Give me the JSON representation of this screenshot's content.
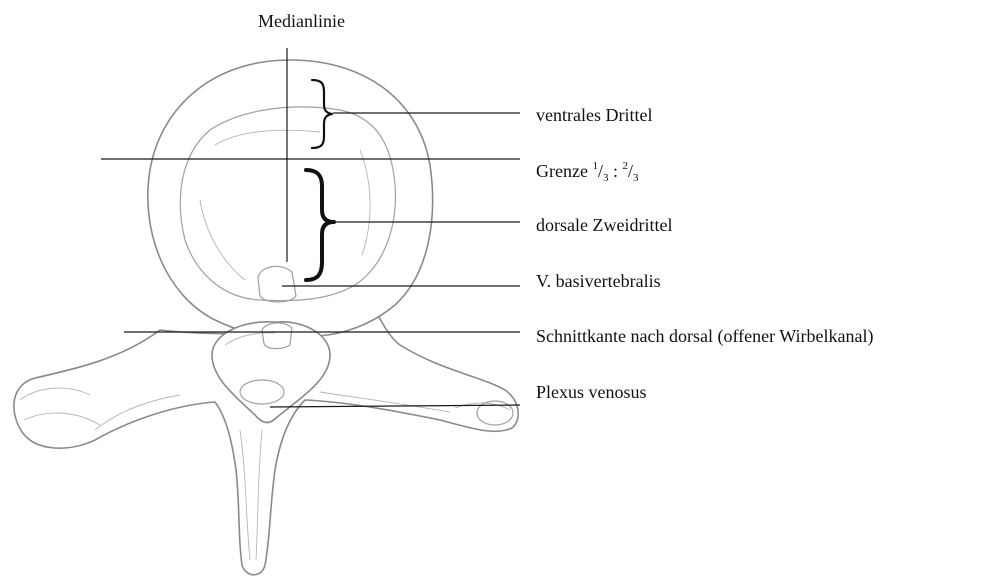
{
  "labels": {
    "medianlinie": "Medianlinie",
    "ventrales_drittel": "ventrales Drittel",
    "grenze_prefix": "Grenze ",
    "grenze_num1": "1",
    "grenze_den1": "3",
    "grenze_sep": " : ",
    "grenze_num2": "2",
    "grenze_den2": "3",
    "grenze_slash": "/",
    "dorsale_zweidrittel": "dorsale Zweidrittel",
    "v_basivertebralis": "V. basivertebralis",
    "schnittkante": "Schnittkante nach dorsal (offener Wirbelkanal)",
    "plexus_venosus": "Plexus venosus"
  }
}
